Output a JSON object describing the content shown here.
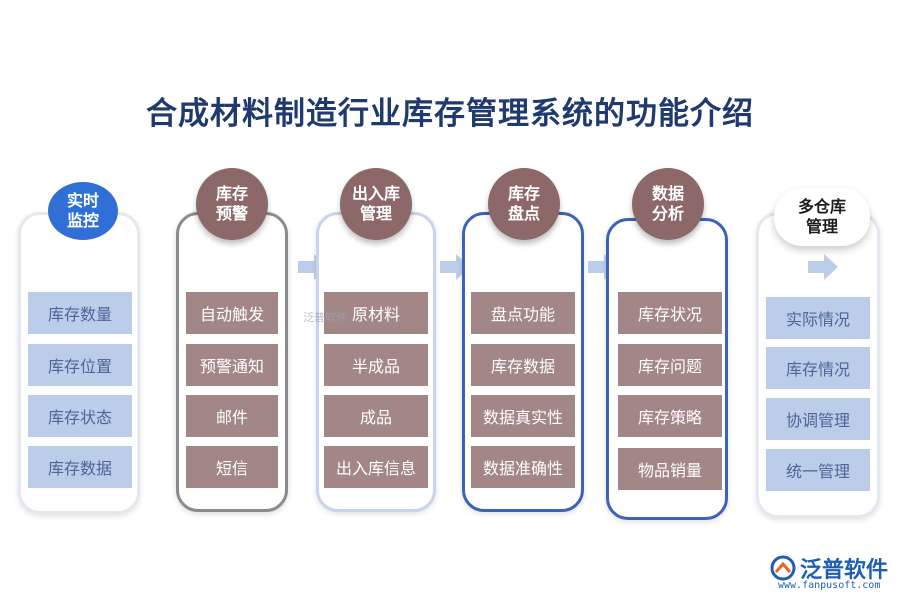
{
  "title": "合成材料制造行业库存管理系统的功能介绍",
  "columns": [
    {
      "header": "实时\n监控",
      "items": [
        "库存数量",
        "库存位置",
        "库存状态",
        "库存数据"
      ]
    },
    {
      "header": "库存\n预警",
      "items": [
        "自动触发",
        "预警通知",
        "邮件",
        "短信"
      ]
    },
    {
      "header": "出入库\n管理",
      "items": [
        "原材料",
        "半成品",
        "成品",
        "出入库信息"
      ]
    },
    {
      "header": "库存\n盘点",
      "items": [
        "盘点功能",
        "库存数据",
        "数据真实性",
        "数据准确性"
      ]
    },
    {
      "header": "数据\n分析",
      "items": [
        "库存状况",
        "库存问题",
        "库存策略",
        "物品销量"
      ]
    },
    {
      "header": "多仓库\n管理",
      "items": [
        "实际情况",
        "库存情况",
        "协调管理",
        "统一管理"
      ]
    }
  ],
  "watermark": "泛普软件",
  "logo": {
    "name": "泛普软件",
    "url": "www.fanpusoft.com"
  },
  "colors": {
    "title": "#1f3a6e",
    "blue_item": "#bccde9",
    "brown_item": "#a38786",
    "header_circle": "#8c6868",
    "accent_blue": "#2f6fd6"
  }
}
